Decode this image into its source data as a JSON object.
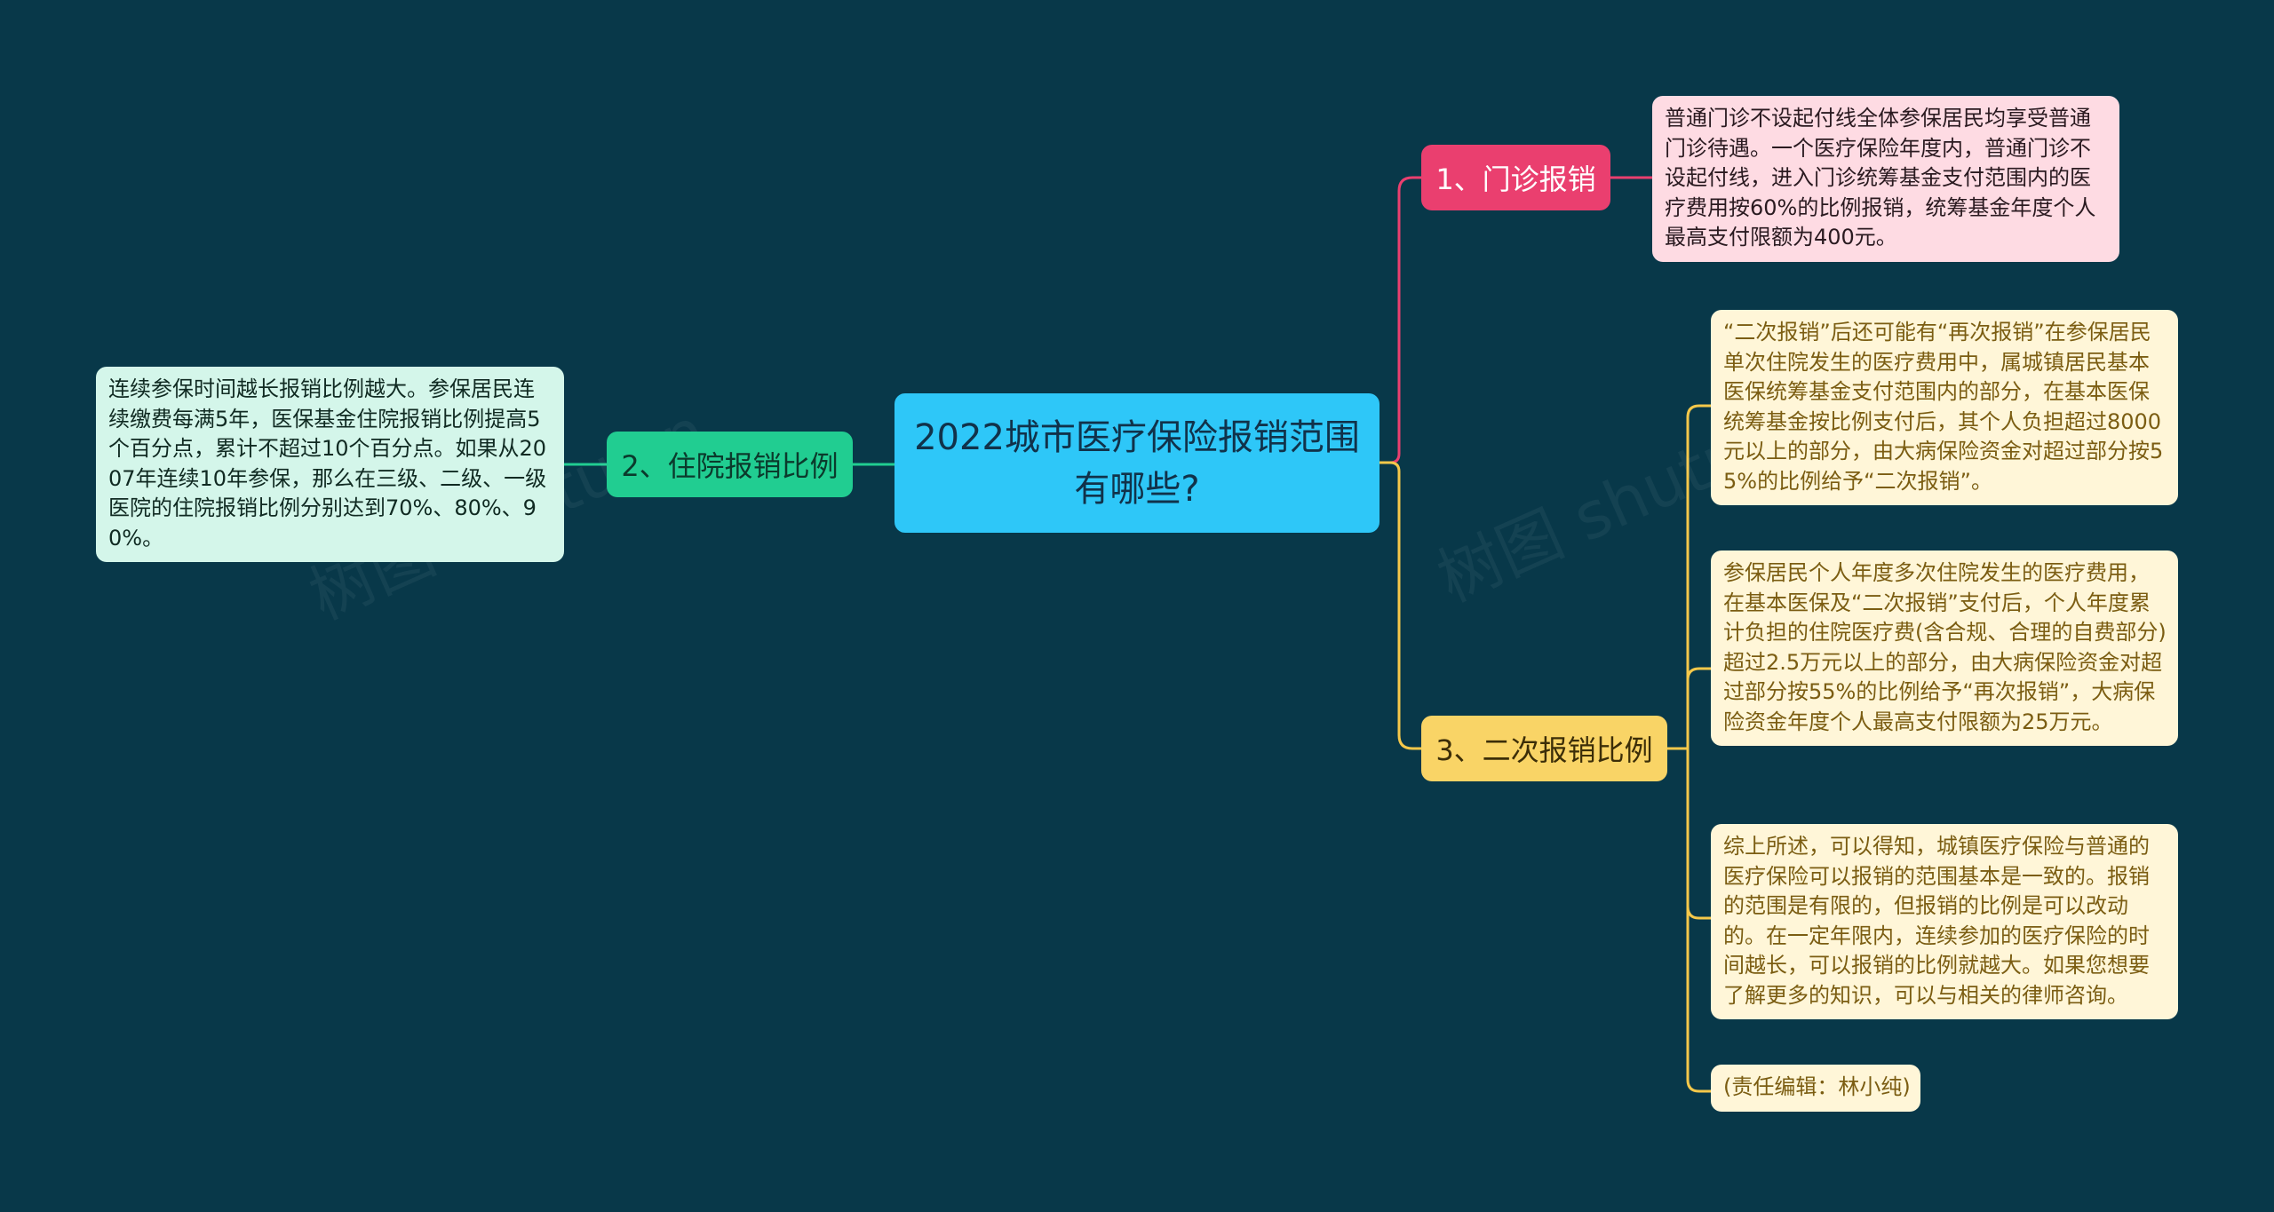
{
  "central": {
    "title": "2022城市医疗保险报销范围有哪些?"
  },
  "branches": [
    {
      "label": "1、门诊报销",
      "color": "#ea3f6f",
      "details": [
        "普通门诊不设起付线全体参保居民均享受普通门诊待遇。一个医疗保险年度内，普通门诊不设起付线，进入门诊统筹基金支付范围内的医疗费用按60%的比例报销，统筹基金年度个人最高支付限额为400元。"
      ]
    },
    {
      "label": "2、住院报销比例",
      "color": "#21cd91",
      "details": [
        "连续参保时间越长报销比例越大。参保居民连续缴费每满5年，医保基金住院报销比例提高5个百分点，累计不超过10个百分点。如果从2007年连续10年参保，那么在三级、二级、一级医院的住院报销比例分别达到70%、80%、90%。"
      ]
    },
    {
      "label": "3、二次报销比例",
      "color": "#f9d466",
      "details": [
        "“二次报销”后还可能有“再次报销”在参保居民单次住院发生的医疗费用中，属城镇居民基本医保统筹基金支付范围内的部分，在基本医保统筹基金按比例支付后，其个人负担超过8000元以上的部分，由大病保险资金对超过部分按55%的比例给予“二次报销”。",
        "参保居民个人年度多次住院发生的医疗费用，在基本医保及“二次报销”支付后，个人年度累计负担的住院医疗费(含合规、合理的自费部分)超过2.5万元以上的部分，由大病保险资金对超过部分按55%的比例给予“再次报销”，大病保险资金年度个人最高支付限额为25万元。",
        "综上所述，可以得知，城镇医疗保险与普通的医疗保险可以报销的范围基本是一致的。报销的范围是有限的，但报销的比例是可以改动的。在一定年限内，连续参加的医疗保险的时间越长，可以报销的比例就越大。如果您想要了解更多的知识，可以与相关的律师咨询。",
        "(责任编辑：林小纯)"
      ]
    }
  ],
  "colors": {
    "background": "#083849",
    "central": "#2ec7f8",
    "leaf_pink": "#fedbe3",
    "leaf_mint": "#d4f6ea",
    "leaf_cream": "#fff6d8"
  },
  "watermark": "树图 shutu.cn"
}
